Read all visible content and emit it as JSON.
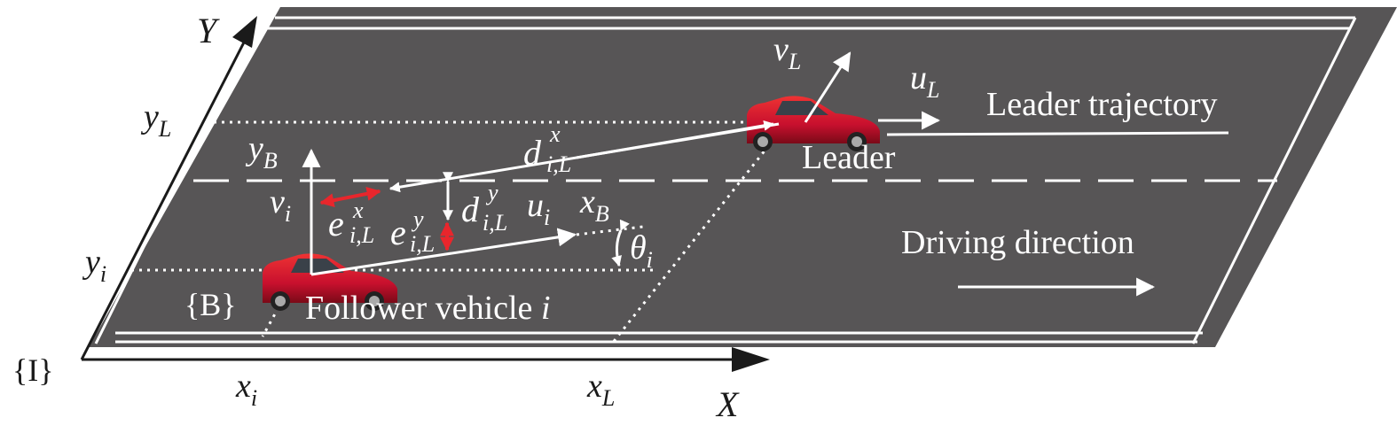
{
  "axes": {
    "x_label": "X",
    "y_label": "Y",
    "inertial_frame": "{I}",
    "x_i": {
      "base": "x",
      "sub": "i"
    },
    "x_L": {
      "base": "x",
      "sub": "L"
    },
    "y_L": {
      "base": "y",
      "sub": "L"
    },
    "y_i": {
      "base": "y",
      "sub": "i"
    }
  },
  "body_frame": {
    "label": "{B}",
    "y_B": {
      "base": "y",
      "sub": "B"
    },
    "x_B": {
      "base": "x",
      "sub": "B"
    }
  },
  "leader": {
    "label": "Leader",
    "trajectory_label": "Leader trajectory",
    "v_L": {
      "base": "v",
      "sub": "L"
    },
    "u_L": {
      "base": "u",
      "sub": "L"
    }
  },
  "follower": {
    "label_text": "Follower vehicle ",
    "label_index": "i",
    "v_i": {
      "base": "v",
      "sub": "i"
    },
    "u_i": {
      "base": "u",
      "sub": "i"
    },
    "theta_i": {
      "base": "θ",
      "sub": "i"
    }
  },
  "relations": {
    "d_x": {
      "base": "d",
      "sub": "i,L",
      "sup": "x"
    },
    "d_y": {
      "base": "d",
      "sub": "i,L",
      "sup": "y"
    },
    "e_x": {
      "base": "e",
      "sub": "i,L",
      "sup": "x"
    },
    "e_y": {
      "base": "e",
      "sub": "i,L",
      "sup": "y"
    }
  },
  "driving_direction_label": "Driving direction",
  "colors": {
    "road": "#575556",
    "lane_white": "#ffffff",
    "error_red": "#e8262c",
    "car_red": "#c8102e",
    "axis_black": "#1a1a1a"
  }
}
